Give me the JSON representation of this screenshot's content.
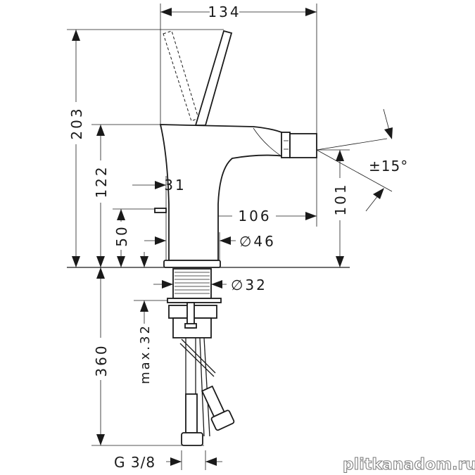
{
  "title": "Bidet mixer dimension drawing",
  "dimensions": {
    "width_total": "134",
    "height_total": "203",
    "height_body": "122",
    "height_popup": "50",
    "offset_31": "31",
    "spout_reach": "106",
    "base_diameter": "∅46",
    "shank_diameter": "∅32",
    "spout_height": "101",
    "swivel_angle": "±15°",
    "hose_length": "360",
    "max_thickness": "max.32",
    "connection": "G 3/8"
  },
  "watermark": "plitkanadom.ru"
}
